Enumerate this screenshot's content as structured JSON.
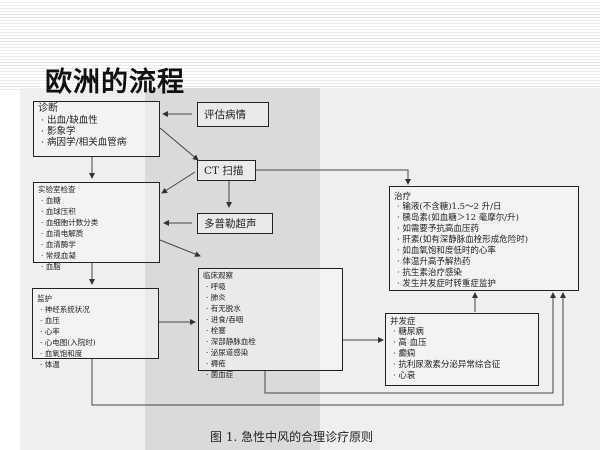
{
  "slide": {
    "title": "欧洲的流程"
  },
  "diagram": {
    "diagnosis": {
      "heading": "诊断",
      "items": [
        "出血/缺血性",
        "影象学",
        "病因学/相关血管病"
      ]
    },
    "assess": "评估病情",
    "ct": "CT 扫描",
    "doppler": "多普勒超声",
    "lab": {
      "heading": "实验室检查",
      "items": [
        "血糖",
        "血球压积",
        "血细胞计数分类",
        "血清电解质",
        "血清酶学",
        "常规血凝",
        "血脂"
      ]
    },
    "monitor": {
      "heading": "监护",
      "items": [
        "神经系统状况",
        "血压",
        "心率",
        "心电图(入院时)",
        "血氧饱和度",
        "体温"
      ]
    },
    "clinical": {
      "heading": "临床观察",
      "items": [
        "呼吸",
        "肺炎",
        "有无脱水",
        "进食/吞咽",
        "栓塞",
        "深部静脉血栓",
        "泌尿道感染",
        "褥疮",
        "菌血症"
      ]
    },
    "treatment": {
      "heading": "治疗",
      "items": [
        "输液(不含糖)1.5～2 升/日",
        "胰岛素(如血糖＞12 毫摩尔/升)",
        "如需要予抗高血压药",
        "肝素(如有深静脉血栓形成危险时)",
        "如血氧饱和度低时的心率",
        "体温升高予解热药",
        "抗生素治疗感染",
        "发生并发症时转重症监护"
      ]
    },
    "complications": {
      "heading": "并发症",
      "items": [
        "糖尿病",
        "高 血压",
        "癫痫",
        "抗利尿激素分泌异常综合征",
        "心衰"
      ]
    },
    "caption": "图 1. 急性中风的合理诊疗原则"
  }
}
